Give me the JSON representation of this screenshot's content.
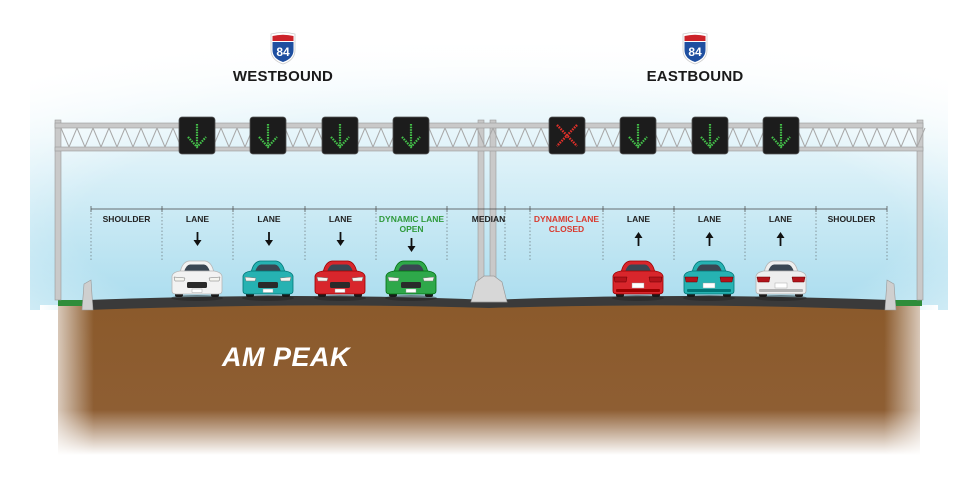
{
  "directions": [
    {
      "title": "WESTBOUND",
      "shield_number": "84"
    },
    {
      "title": "EASTBOUND",
      "shield_number": "84"
    }
  ],
  "signals": [
    {
      "state": "open"
    },
    {
      "state": "open"
    },
    {
      "state": "open"
    },
    {
      "state": "open"
    },
    {
      "state": "closed"
    },
    {
      "state": "open"
    },
    {
      "state": "open"
    },
    {
      "state": "open"
    }
  ],
  "lanes": [
    {
      "label": "SHOULDER",
      "arrow": "none",
      "status": "neutral"
    },
    {
      "label": "LANE",
      "arrow": "down",
      "status": "neutral"
    },
    {
      "label": "LANE",
      "arrow": "down",
      "status": "neutral"
    },
    {
      "label": "LANE",
      "arrow": "down",
      "status": "neutral"
    },
    {
      "label": "DYNAMIC LANE\nOPEN",
      "arrow": "down",
      "status": "open"
    },
    {
      "label": "MEDIAN",
      "arrow": "none",
      "status": "neutral"
    },
    {
      "label": "DYNAMIC LANE\nCLOSED",
      "arrow": "none",
      "status": "closed"
    },
    {
      "label": "LANE",
      "arrow": "up",
      "status": "neutral"
    },
    {
      "label": "LANE",
      "arrow": "up",
      "status": "neutral"
    },
    {
      "label": "LANE",
      "arrow": "up",
      "status": "neutral"
    },
    {
      "label": "SHOULDER",
      "arrow": "none",
      "status": "neutral"
    }
  ],
  "vehicles": [
    {
      "color": "#f2f2f2",
      "facing": "front"
    },
    {
      "color": "#26b2b2",
      "facing": "front"
    },
    {
      "color": "#d8262c",
      "facing": "front"
    },
    {
      "color": "#2ea84a",
      "facing": "front"
    },
    {
      "color": "#d8262c",
      "facing": "rear"
    },
    {
      "color": "#26b2b2",
      "facing": "rear"
    },
    {
      "color": "#eeeeee",
      "facing": "rear"
    }
  ],
  "period_label": "AM PEAK",
  "colors": {
    "sky": "#bfe6f2",
    "soil": "#8a5a2b",
    "road": "#3a3a3a",
    "gantry": "#c8c8c8",
    "signal_open": "#44c24a",
    "signal_closed": "#e2302a",
    "shield_blue": "#1f4fa0",
    "shield_red": "#cc2229"
  },
  "icons": {
    "shield": "interstate-shield-icon",
    "open_signal": "green-down-arrow-icon",
    "closed_signal": "red-x-icon"
  }
}
